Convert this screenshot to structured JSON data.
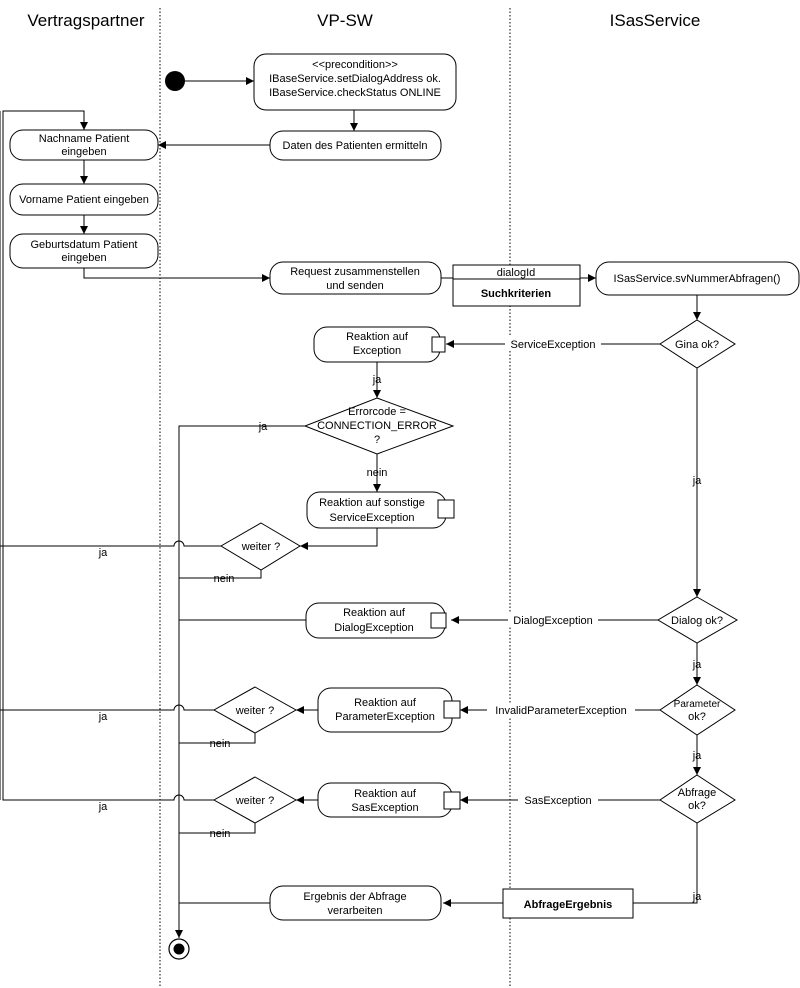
{
  "lanes": {
    "vertragspartner": "Vertragspartner",
    "vpsw": "VP-SW",
    "isas": "ISasService"
  },
  "nodes": {
    "precondition": {
      "line1": "<<precondition>>",
      "line2": "IBaseService.setDialogAddress ok.",
      "line3": "IBaseService.checkStatus ONLINE"
    },
    "daten": "Daten des Patienten ermitteln",
    "nachname": {
      "line1": "Nachname Patient",
      "line2": "eingeben"
    },
    "vorname": "Vorname Patient eingeben",
    "geburtsdatum": {
      "line1": "Geburtsdatum Patient",
      "line2": "eingeben"
    },
    "request": {
      "line1": "Request zusammenstellen",
      "line2": "und senden"
    },
    "obj_dialogid": "dialogId",
    "obj_suchkriterien": "Suchkriterien",
    "svnummer": "ISasService.svNummerAbfragen()",
    "gina": "Gina ok?",
    "reaktion_exception": {
      "line1": "Reaktion auf",
      "line2": "Exception"
    },
    "errorcode": {
      "line1": "Errorcode =",
      "line2": "CONNECTION_ERROR",
      "line3": "?"
    },
    "reaktion_sonstige": {
      "line1": "Reaktion auf sonstige",
      "line2": "ServiceException"
    },
    "weiter1": "weiter ?",
    "reaktion_dialog": {
      "line1": "Reaktion auf",
      "line2": "DialogException"
    },
    "dialog_ok": "Dialog ok?",
    "weiter2": "weiter ?",
    "reaktion_parameter": {
      "line1": "Reaktion auf",
      "line2": "ParameterException"
    },
    "parameter_ok": {
      "line1": "Parameter",
      "line2": "ok?"
    },
    "weiter3": "weiter ?",
    "reaktion_sas": {
      "line1": "Reaktion auf",
      "line2": "SasException"
    },
    "abfrage_ok": {
      "line1": "Abfrage",
      "line2": "ok?"
    },
    "ergebnis": {
      "line1": "Ergebnis der Abfrage",
      "line2": "verarbeiten"
    },
    "obj_abfrageergebnis": "AbfrageErgebnis"
  },
  "edges": {
    "service_exception": "ServiceException",
    "dialog_exception": "DialogException",
    "invalid_parameter": "InvalidParameterException",
    "sas_exception": "SasException",
    "ja_exception": "ja",
    "ja_errorcode": "ja",
    "nein_errorcode": "nein",
    "ja_weiter1": "ja",
    "nein_weiter1": "nein",
    "ja_gina": "ja",
    "ja_dialog": "ja",
    "ja_weiter2": "ja",
    "nein_weiter2": "nein",
    "ja_parameter": "ja",
    "ja_weiter3": "ja",
    "nein_weiter3": "nein",
    "ja_abfrage": "ja"
  }
}
